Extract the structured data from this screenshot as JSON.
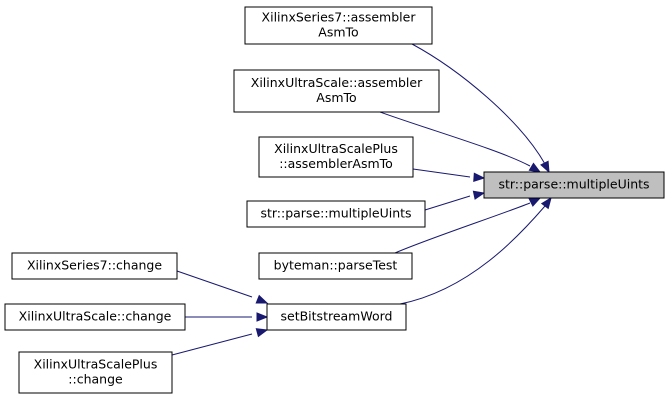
{
  "graph": {
    "nodes": [
      {
        "id": "focus",
        "lines": [
          "str::parse::multipleUints"
        ],
        "highlighted": true,
        "interactable": false
      },
      {
        "id": "n1",
        "lines": [
          "XilinxSeries7::assembler",
          "AsmTo"
        ],
        "interactable": true
      },
      {
        "id": "n2",
        "lines": [
          "XilinxUltraScale::assembler",
          "AsmTo"
        ],
        "interactable": true
      },
      {
        "id": "n3",
        "lines": [
          "XilinxUltraScalePlus",
          "::assemblerAsmTo"
        ],
        "interactable": true
      },
      {
        "id": "n4",
        "lines": [
          "str::parse::multipleUints"
        ],
        "interactable": true
      },
      {
        "id": "n5",
        "lines": [
          "byteman::parseTest"
        ],
        "interactable": true
      },
      {
        "id": "n6",
        "lines": [
          "setBitstreamWord"
        ],
        "interactable": true
      },
      {
        "id": "n7",
        "lines": [
          "XilinxSeries7::change"
        ],
        "interactable": true
      },
      {
        "id": "n8",
        "lines": [
          "XilinxUltraScale::change"
        ],
        "interactable": true
      },
      {
        "id": "n9",
        "lines": [
          "XilinxUltraScalePlus",
          "::change"
        ],
        "interactable": true
      }
    ],
    "edges": [
      {
        "from": "n1",
        "to": "focus"
      },
      {
        "from": "n2",
        "to": "focus"
      },
      {
        "from": "n3",
        "to": "focus"
      },
      {
        "from": "n4",
        "to": "focus"
      },
      {
        "from": "n5",
        "to": "focus"
      },
      {
        "from": "n6",
        "to": "focus"
      },
      {
        "from": "n7",
        "to": "n6"
      },
      {
        "from": "n8",
        "to": "n6"
      },
      {
        "from": "n9",
        "to": "n6"
      }
    ],
    "colors": {
      "edge": "#191970",
      "highlight_fill": "#bfbfbf",
      "node_border": "#000000"
    }
  }
}
